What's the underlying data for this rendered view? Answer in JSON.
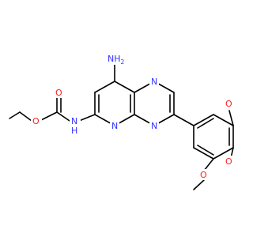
{
  "colors": {
    "bond": "#000000",
    "nitrogen": "#3333ff",
    "oxygen": "#ff2020",
    "background": "#ffffff"
  },
  "labels": {
    "amino_n": "N",
    "amino_h": "H",
    "amino_sub": "2",
    "ring_n_top": "N",
    "ring_n_pyr": "N",
    "ring_n_bottom": "N",
    "nh_n": "N",
    "nh_h": "H",
    "carbonyl_o": "O",
    "ester_o": "O",
    "methoxy_o_top": "O",
    "methoxy_o_mid": "O",
    "methoxy_o_bottom": "O"
  }
}
